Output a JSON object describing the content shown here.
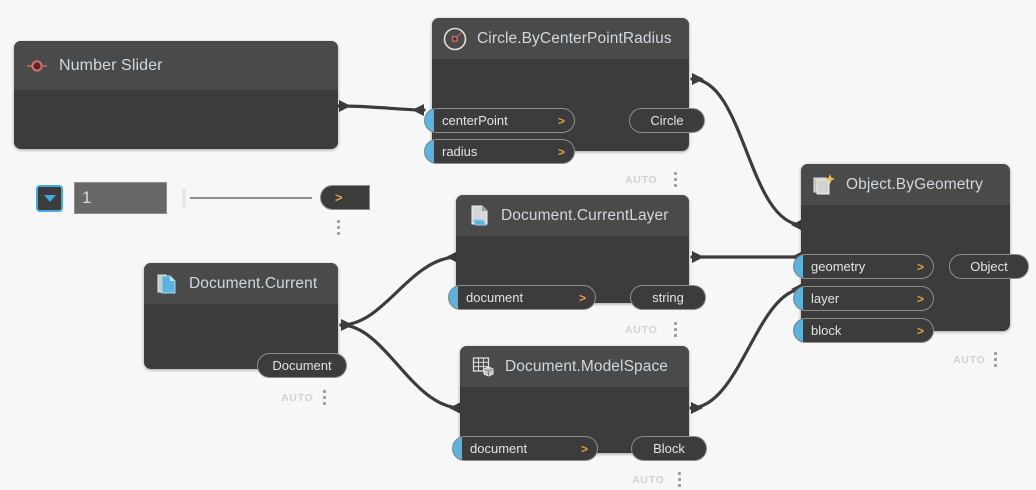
{
  "canvas": {
    "background": "#f7f7f7",
    "wire_color": "#3c3c3c"
  },
  "theme": {
    "node_body": "#3c3c3c",
    "node_header": "#4a4a4a",
    "port_tab_blue": "#5bb4dd",
    "title_text": "#cfd8de",
    "chevron_orange": "#e3a33c",
    "slider_accent": "#3fa9e0",
    "slider_knob_red": "#8c3a3a"
  },
  "labels": {
    "auto": "AUTO",
    "chevron": ">"
  },
  "nodes": [
    {
      "id": "slider",
      "title": "Number Slider",
      "icon": "slider-icon",
      "inputs": [],
      "outputs": [
        {
          "name": ""
        }
      ],
      "value": "1",
      "auto": null
    },
    {
      "id": "circle",
      "title": "Circle.ByCenterPointRadius",
      "icon": "circle-icon",
      "inputs": [
        {
          "name": "centerPoint"
        },
        {
          "name": "radius"
        }
      ],
      "outputs": [
        {
          "name": "Circle"
        }
      ],
      "auto": "AUTO"
    },
    {
      "id": "doc-current",
      "title": "Document.Current",
      "icon": "document-icon",
      "inputs": [],
      "outputs": [
        {
          "name": "Document"
        }
      ],
      "auto": "AUTO"
    },
    {
      "id": "doc-layer",
      "title": "Document.CurrentLayer",
      "icon": "document-layer-icon",
      "inputs": [
        {
          "name": "document"
        }
      ],
      "outputs": [
        {
          "name": "string"
        }
      ],
      "auto": "AUTO"
    },
    {
      "id": "doc-modelspace",
      "title": "Document.ModelSpace",
      "icon": "modelspace-grid-icon",
      "inputs": [
        {
          "name": "document"
        }
      ],
      "outputs": [
        {
          "name": "Block"
        }
      ],
      "auto": "AUTO"
    },
    {
      "id": "object-bygeometry",
      "title": "Object.ByGeometry",
      "icon": "object-create-icon",
      "inputs": [
        {
          "name": "geometry"
        },
        {
          "name": "layer"
        },
        {
          "name": "block"
        }
      ],
      "outputs": [
        {
          "name": "Object"
        }
      ],
      "auto": "AUTO"
    }
  ],
  "connections": [
    {
      "from": "slider.output",
      "to": "circle.radius"
    },
    {
      "from": "circle.Circle",
      "to": "object-bygeometry.geometry"
    },
    {
      "from": "doc-current.Document",
      "to": "doc-layer.document"
    },
    {
      "from": "doc-current.Document",
      "to": "doc-modelspace.document"
    },
    {
      "from": "doc-layer.string",
      "to": "object-bygeometry.layer"
    },
    {
      "from": "doc-modelspace.Block",
      "to": "object-bygeometry.block"
    }
  ]
}
